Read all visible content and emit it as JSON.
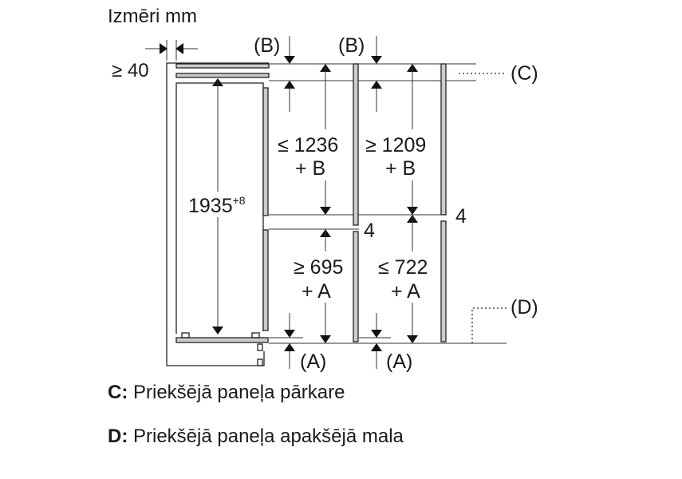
{
  "title": "Izmēri mm",
  "labels": {
    "side_gap": "≥ 40",
    "b1": "(B)",
    "b2": "(B)",
    "c": "(C)",
    "d": "(D)",
    "a1": "(A)",
    "a2": "(A)",
    "height_main": "1935",
    "height_tolerance": "+8",
    "upper1_l1": "≤ 1236",
    "upper1_l2": "+ B",
    "upper2_l1": "≥ 1209",
    "upper2_l2": "+ B",
    "lower1_l1": "≥ 695",
    "lower1_l2": "+ A",
    "lower2_l1": "≤ 722",
    "lower2_l2": "+ A",
    "gap1": "4",
    "gap2": "4"
  },
  "legend": [
    {
      "key": "C:",
      "text": " Priekšējā paneļa pārkare"
    },
    {
      "key": "D:",
      "text": " Priekšējā paneļa apakšējā mala"
    }
  ]
}
